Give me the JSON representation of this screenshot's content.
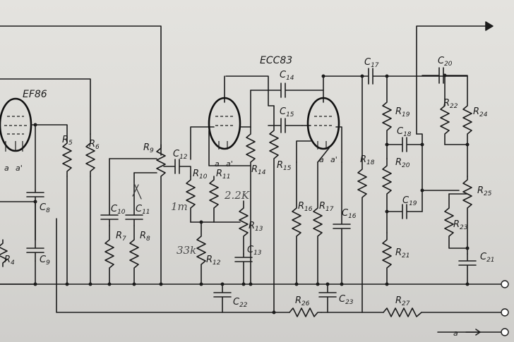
{
  "tubes": {
    "ef86": "EF86",
    "ecc83": "ECC83"
  },
  "pins": {
    "a": "a",
    "a_prime": "a'"
  },
  "handwritten": {
    "r10_value": "1m",
    "r13_value": "2.2K",
    "r12_value": "33k"
  },
  "components": {
    "r4": {
      "letter": "R",
      "num": "4"
    },
    "r5": {
      "letter": "R",
      "num": "5"
    },
    "r6": {
      "letter": "R",
      "num": "6"
    },
    "r7": {
      "letter": "R",
      "num": "7"
    },
    "r8": {
      "letter": "R",
      "num": "8"
    },
    "r9": {
      "letter": "R",
      "num": "9"
    },
    "r10": {
      "letter": "R",
      "num": "10"
    },
    "r11": {
      "letter": "R",
      "num": "11"
    },
    "r12": {
      "letter": "R",
      "num": "12"
    },
    "r13": {
      "letter": "R",
      "num": "13"
    },
    "r14": {
      "letter": "R",
      "num": "14"
    },
    "r15": {
      "letter": "R",
      "num": "15"
    },
    "r16": {
      "letter": "R",
      "num": "16"
    },
    "r17": {
      "letter": "R",
      "num": "17"
    },
    "r18": {
      "letter": "R",
      "num": "18"
    },
    "r19": {
      "letter": "R",
      "num": "19"
    },
    "r20": {
      "letter": "R",
      "num": "20"
    },
    "r21": {
      "letter": "R",
      "num": "21"
    },
    "r22": {
      "letter": "R",
      "num": "22"
    },
    "r23": {
      "letter": "R",
      "num": "23"
    },
    "r24": {
      "letter": "R",
      "num": "24"
    },
    "r25": {
      "letter": "R",
      "num": "25"
    },
    "r26": {
      "letter": "R",
      "num": "26"
    },
    "r27": {
      "letter": "R",
      "num": "27"
    },
    "c8": {
      "letter": "C",
      "num": "8"
    },
    "c9": {
      "letter": "C",
      "num": "9"
    },
    "c10": {
      "letter": "C",
      "num": "10"
    },
    "c11": {
      "letter": "C",
      "num": "11"
    },
    "c12": {
      "letter": "C",
      "num": "12"
    },
    "c13": {
      "letter": "C",
      "num": "13"
    },
    "c14": {
      "letter": "C",
      "num": "14"
    },
    "c15": {
      "letter": "C",
      "num": "15"
    },
    "c16": {
      "letter": "C",
      "num": "16"
    },
    "c17": {
      "letter": "C",
      "num": "17"
    },
    "c18": {
      "letter": "C",
      "num": "18"
    },
    "c19": {
      "letter": "C",
      "num": "19"
    },
    "c20": {
      "letter": "C",
      "num": "20"
    },
    "c21": {
      "letter": "C",
      "num": "21"
    },
    "c22": {
      "letter": "C",
      "num": "22"
    },
    "c23": {
      "letter": "C",
      "num": "23"
    }
  },
  "terminal_label": "a"
}
